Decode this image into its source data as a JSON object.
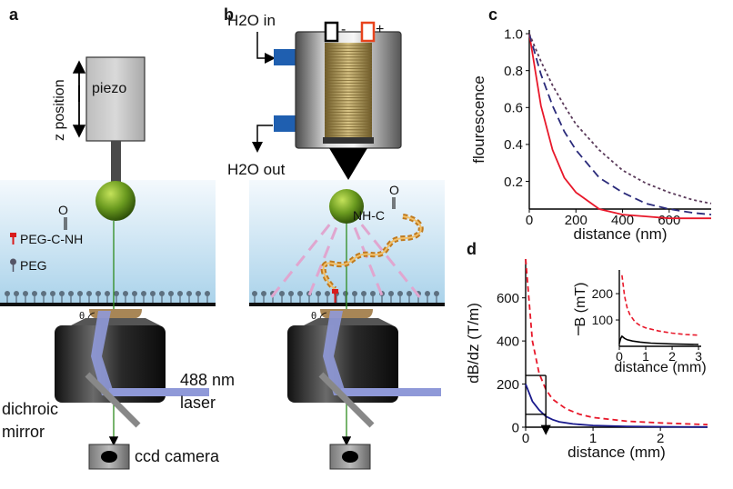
{
  "panels": {
    "a": {
      "label": "a",
      "piezo": "piezo",
      "z_position": "z position",
      "peg_cnh": "PEG-C-NH",
      "carbonyl_o": "O",
      "peg": "PEG",
      "theta": "θ",
      "laser": [
        "488 nm",
        "laser"
      ],
      "dichroic": [
        "dichroic",
        "mirror"
      ],
      "camera": "ccd camera"
    },
    "b": {
      "label": "b",
      "water_in": "H2O in",
      "water_out": "H2O out",
      "minus": "-",
      "plus": "+",
      "nh_c": "NH-C",
      "carbonyl_o": "O",
      "theta": "θ"
    },
    "c": {
      "label": "c"
    },
    "d": {
      "label": "d"
    }
  },
  "colors": {
    "bead": "#6a9a1f",
    "water_top": "#f4f9fd",
    "water_bottom": "#a9d2ea",
    "tubing": "#1f5fb0",
    "fluor_red": "#e8182a",
    "fluor_navy": "#2a2a7a",
    "field_red": "#e8182a",
    "field_navy": "#1a1a8c",
    "laser_beam": "#8f99d8",
    "green_beam": "#2e8b1e"
  },
  "chart_data": [
    {
      "id": "c",
      "type": "line",
      "xlabel": "distance (nm)",
      "ylabel": "flourescence",
      "xlim": [
        0,
        780
      ],
      "ylim": [
        0.05,
        1.02
      ],
      "xticks": [
        0,
        200,
        400,
        600
      ],
      "yticks": [
        0.2,
        0.4,
        0.6,
        0.8,
        1.0
      ],
      "ytick_labels": [
        "0.2",
        "0.4",
        "0.6",
        "0.8",
        "1.0"
      ],
      "series": [
        {
          "style": "solid",
          "color": "#e8182a",
          "x": [
            0,
            50,
            100,
            150,
            200,
            300,
            400,
            500,
            600,
            700,
            780
          ],
          "y": [
            1.0,
            0.61,
            0.37,
            0.22,
            0.14,
            0.05,
            0.02,
            0.01,
            0.0,
            0.0,
            0.0
          ]
        },
        {
          "style": "dashed",
          "color": "#2a2a7a",
          "x": [
            0,
            50,
            100,
            150,
            200,
            300,
            400,
            500,
            600,
            700,
            780
          ],
          "y": [
            1.0,
            0.78,
            0.61,
            0.47,
            0.37,
            0.22,
            0.14,
            0.08,
            0.05,
            0.03,
            0.02
          ]
        },
        {
          "style": "dotted",
          "color": "#5a3a5a",
          "x": [
            0,
            50,
            100,
            150,
            200,
            300,
            400,
            500,
            600,
            700,
            780
          ],
          "y": [
            1.0,
            0.85,
            0.72,
            0.61,
            0.51,
            0.37,
            0.26,
            0.19,
            0.14,
            0.1,
            0.08
          ]
        }
      ]
    },
    {
      "id": "d",
      "type": "line",
      "xlabel": "distance (mm)",
      "ylabel": "dB/dz (T/m)",
      "xlim": [
        0,
        2.7
      ],
      "ylim": [
        0,
        780
      ],
      "xticks": [
        0,
        1,
        2
      ],
      "yticks": [
        0,
        200,
        400,
        600
      ],
      "series": [
        {
          "style": "solid",
          "color": "#1a1a8c",
          "x": [
            0,
            0.1,
            0.2,
            0.3,
            0.4,
            0.5,
            0.7,
            1.0,
            1.5,
            2.0,
            2.7
          ],
          "y": [
            200,
            120,
            80,
            50,
            35,
            25,
            15,
            8,
            4,
            2,
            1
          ]
        },
        {
          "style": "dashed",
          "color": "#e8182a",
          "x": [
            0,
            0.1,
            0.2,
            0.3,
            0.4,
            0.6,
            0.8,
            1.0,
            1.5,
            2.0,
            2.7
          ],
          "y": [
            780,
            400,
            250,
            175,
            130,
            85,
            60,
            45,
            28,
            20,
            12
          ]
        }
      ],
      "annotations": [
        {
          "type": "bracket",
          "x": 0.3,
          "y_bottom": 60,
          "y_top": 240
        }
      ]
    },
    {
      "id": "d-inset",
      "type": "line",
      "xlabel": "distance (mm)",
      "ylabel": "B (mT)",
      "xlim": [
        0,
        3.1
      ],
      "ylim": [
        0,
        290
      ],
      "xticks": [
        0,
        1,
        2,
        3
      ],
      "yticks": [
        100,
        200
      ],
      "series": [
        {
          "style": "solid",
          "color": "#000000",
          "x": [
            0,
            0.05,
            0.1,
            0.2,
            0.3,
            0.5,
            0.8,
            1.2,
            2.0,
            3.0
          ],
          "y": [
            10,
            30,
            38,
            30,
            25,
            20,
            16,
            12,
            9,
            7
          ]
        },
        {
          "style": "dashed",
          "color": "#e8182a",
          "x": [
            0.1,
            0.2,
            0.3,
            0.4,
            0.6,
            0.8,
            1.0,
            1.5,
            2.0,
            2.5,
            3.0
          ],
          "y": [
            270,
            190,
            145,
            120,
            92,
            78,
            70,
            58,
            50,
            45,
            42
          ]
        }
      ]
    }
  ]
}
